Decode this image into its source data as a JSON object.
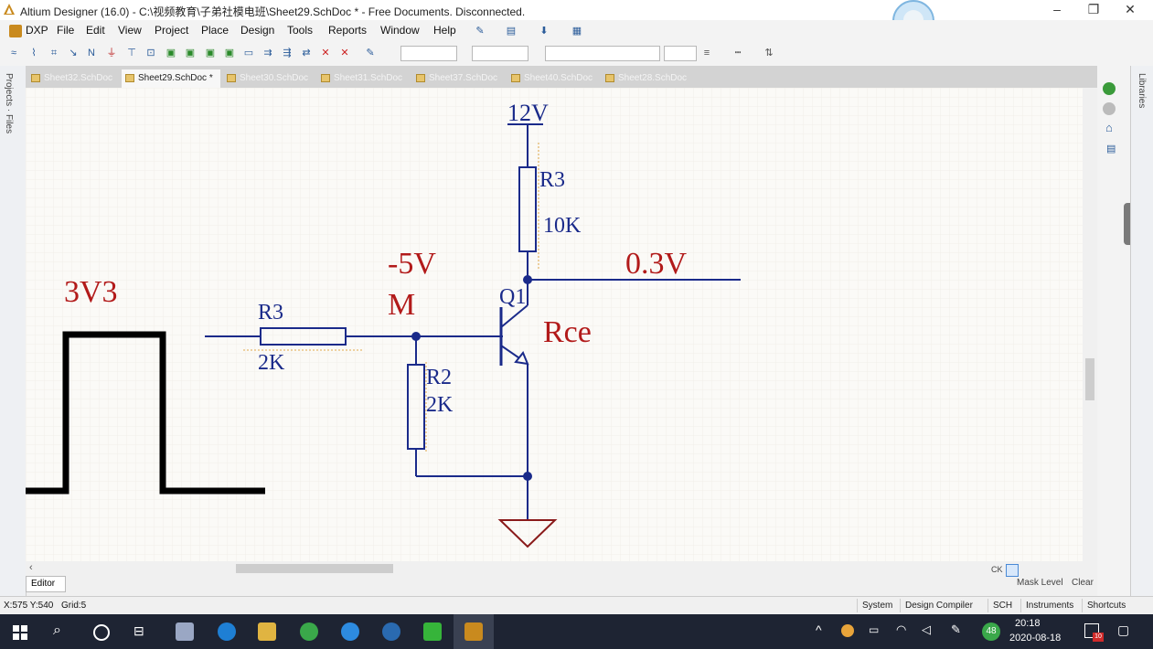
{
  "window": {
    "title": "Altium Designer (16.0) - C:\\视频教育\\子弟社模电班\\Sheet29.SchDoc * - Free Documents. Disconnected.",
    "minimize": "–",
    "maximize": "❐",
    "close": "✕"
  },
  "menu": {
    "items": [
      "DXP",
      "File",
      "Edit",
      "View",
      "Project",
      "Place",
      "Design",
      "Tools",
      "Reports",
      "Window",
      "Help"
    ]
  },
  "left_panel": {
    "label": "Projects · Files"
  },
  "right_panel": {
    "label": "Libraries"
  },
  "tabs": [
    {
      "label": "Sheet32.SchDoc",
      "active": false
    },
    {
      "label": "Sheet29.SchDoc *",
      "active": true
    },
    {
      "label": "Sheet30.SchDoc",
      "active": false
    },
    {
      "label": "Sheet31.SchDoc",
      "active": false
    },
    {
      "label": "Sheet37.SchDoc",
      "active": false
    },
    {
      "label": "Sheet40.SchDoc",
      "active": false
    },
    {
      "label": "Sheet28.SchDoc",
      "active": false
    }
  ],
  "schematic": {
    "power_label": "12V",
    "r3_top_ref": "R3",
    "r3_top_val": "10K",
    "collector_voltage": "0.3V",
    "base_voltage": "-5V",
    "node_label": "M",
    "input_label": "3V3",
    "r3_left_ref": "R3",
    "r3_left_val": "2K",
    "r2_ref": "R2",
    "r2_val": "2K",
    "q_ref": "Q1",
    "rce_label": "Rce"
  },
  "editor": {
    "tab": "Editor",
    "mask_level": "Mask Level",
    "clear": "Clear",
    "ck": "CK"
  },
  "status": {
    "coords": "X:575 Y:540",
    "grid": "Grid:5",
    "buttons": [
      "System",
      "Design Compiler",
      "SCH",
      "Instruments",
      "Shortcuts"
    ]
  },
  "taskbar": {
    "time": "20:18",
    "date": "2020-08-18",
    "badge": "48",
    "notif": "10"
  }
}
